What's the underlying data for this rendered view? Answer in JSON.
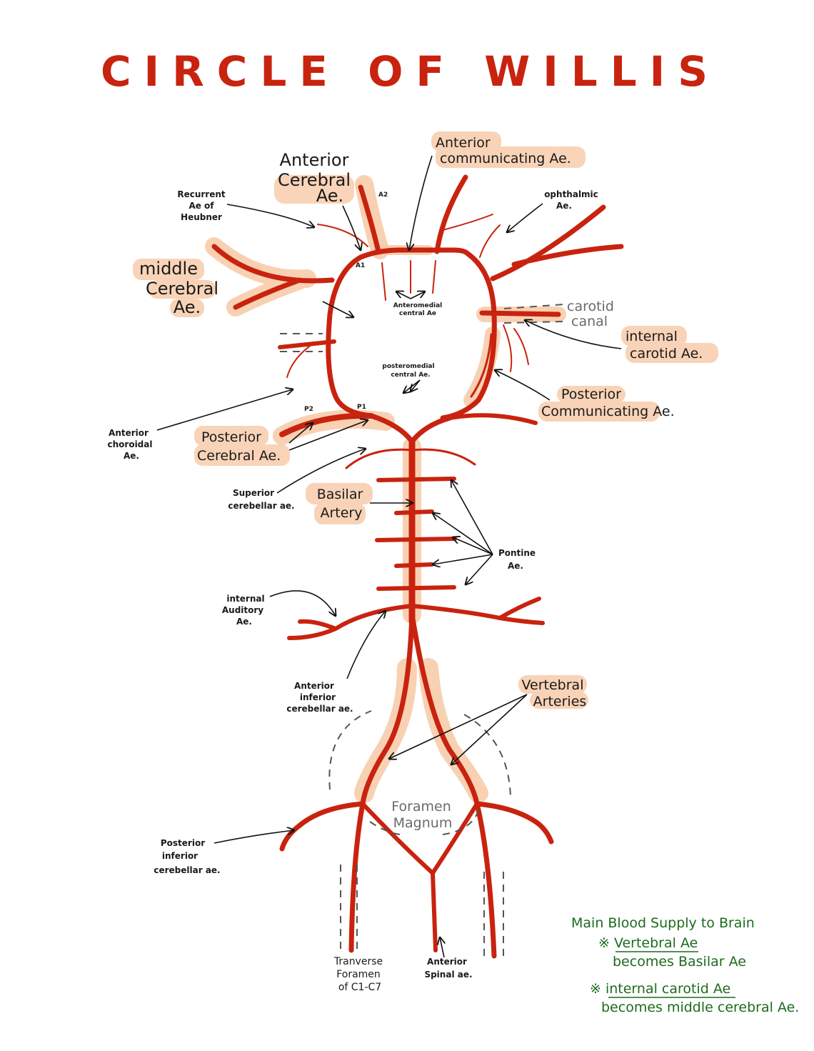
{
  "title": "CIRCLE OF WILLIS",
  "colors": {
    "artery": "#c8230f",
    "highlight": "#f7c9a6",
    "annotation": "#111111",
    "note": "#1d6b1d"
  },
  "labels": {
    "anterior_cerebral": [
      "Anterior",
      "Cerebral",
      "Ae."
    ],
    "a2": "A2",
    "a1": "A1",
    "anterior_communicating": [
      "Anterior",
      "communicating Ae."
    ],
    "recurrent": [
      "Recurrent",
      "Ae of",
      "Heubner"
    ],
    "ophthalmic": [
      "ophthalmic",
      "Ae."
    ],
    "middle_cerebral": [
      "middle",
      "Cerebral",
      "Ae."
    ],
    "anteromedial": [
      "Anteromedial",
      "central Ae"
    ],
    "carotid_canal": [
      "carotid",
      "canal"
    ],
    "internal_carotid": [
      "internal",
      "carotid Ae."
    ],
    "posteromedial": [
      "posteromedial",
      "central Ae."
    ],
    "posterior_communicating": [
      "Posterior",
      "Communicating Ae."
    ],
    "anterior_choroidal": [
      "Anterior",
      "choroidal",
      "Ae."
    ],
    "p1": "P1",
    "p2": "P2",
    "posterior_cerebral": [
      "Posterior",
      "Cerebral Ae."
    ],
    "superior_cerebellar": [
      "Superior",
      "cerebellar ae."
    ],
    "basilar": [
      "Basilar",
      "Artery"
    ],
    "pontine": [
      "Pontine",
      "Ae."
    ],
    "internal_auditory": [
      "internal",
      "Auditory",
      "Ae."
    ],
    "anterior_inferior_cerebellar": [
      "Anterior",
      "inferior",
      "cerebellar ae."
    ],
    "vertebral": [
      "Vertebral",
      "Arteries"
    ],
    "foramen_magnum": [
      "Foramen",
      "Magnum"
    ],
    "posterior_inferior_cerebellar": [
      "Posterior",
      "inferior",
      "cerebellar ae."
    ],
    "transverse_foramen": [
      "Tranverse",
      "Foramen",
      "of C1-C7"
    ],
    "anterior_spinal": [
      "Anterior",
      "Spinal ae."
    ]
  },
  "note": {
    "heading": "Main Blood Supply to Brain",
    "item1_line1": "※ Vertebral Ae",
    "item1_line2": "becomes Basilar Ae",
    "item2_line1": "※ internal carotid Ae",
    "item2_line2": "becomes middle cerebral Ae."
  }
}
